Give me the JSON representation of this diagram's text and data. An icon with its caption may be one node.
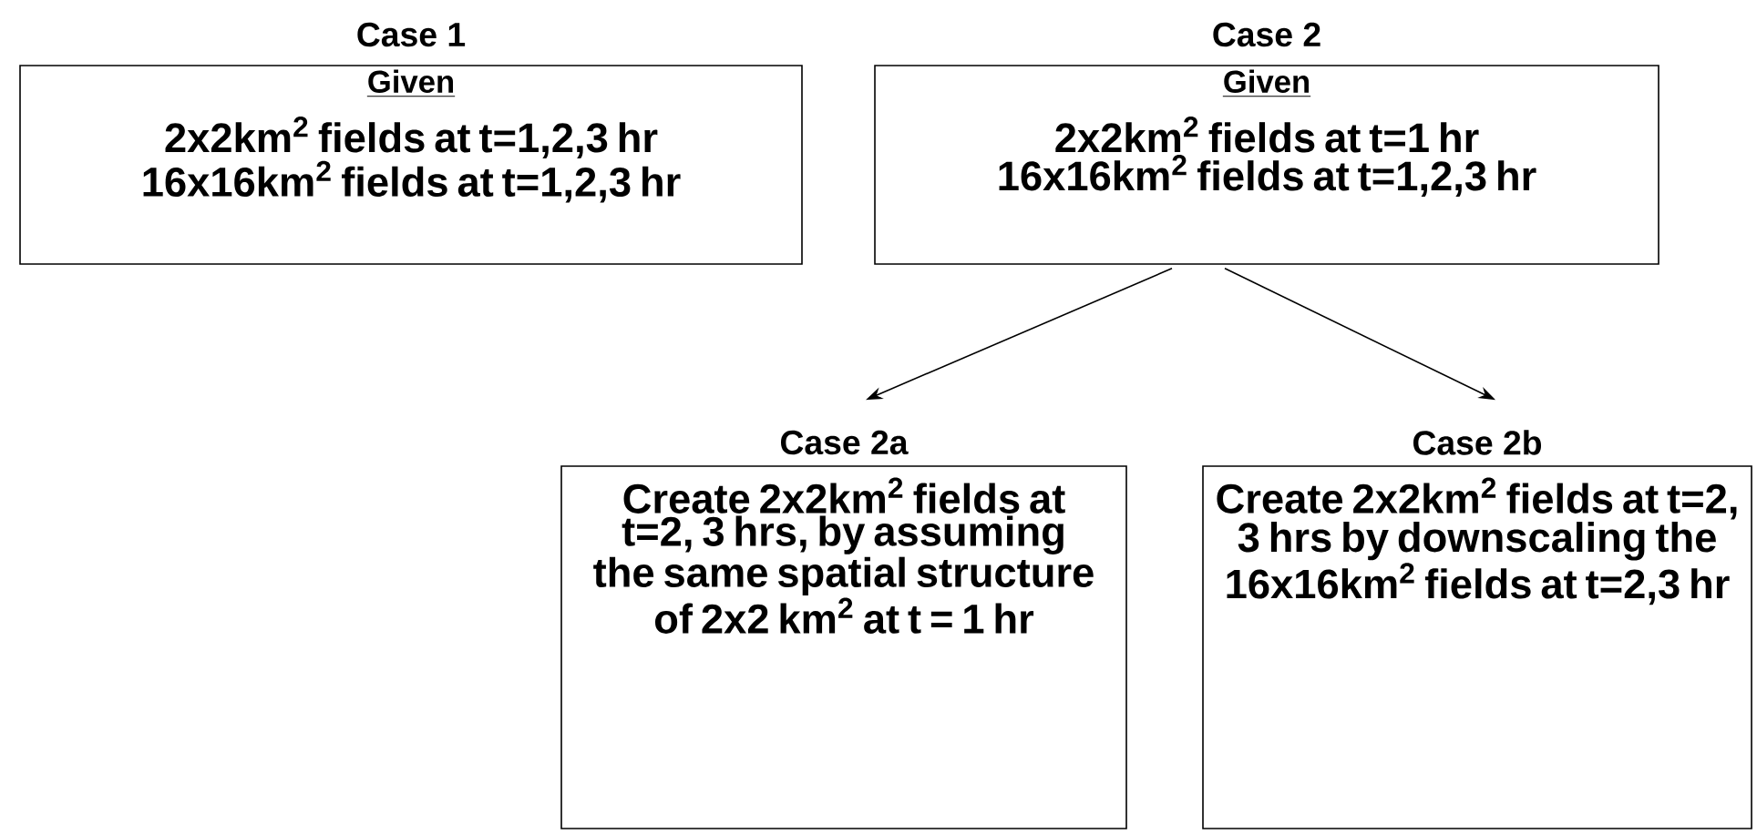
{
  "diagram": {
    "nodes": [
      {
        "text": [
          "Case 1",
          "Given",
          "2x2km$^{2}$ fields at t=1,2,3 hr",
          "16x16km$^{2}$ fields at t=1,2,3 hr"
        ]
      },
      {
        "text": [
          "Case 2",
          "Given",
          "2x2km$^{2}$ fields at t=1 hr",
          "16x16km$^{2}$ fields at t=1,2,3 hr"
        ]
      },
      {
        "text": [
          "Case 2a",
          "Create 2x2km$^{2}$ fields at t=2, 3 hrs, by assuming the same spatial structure of 2x2 km$^{2}$ at t = 1 hr"
        ]
      },
      {
        "text": [
          "Case 2b",
          "Create 2x2km$^{2}$ fields at t=2, 3 hrs by downscaling the 16x16km$^{2}$ fields at t=2,3 hr"
        ]
      }
    ],
    "edges": [
      {
        "from": 1,
        "to": 2,
        "arrow": "to"
      },
      {
        "from": 1,
        "to": 3,
        "arrow": "to"
      }
    ]
  }
}
